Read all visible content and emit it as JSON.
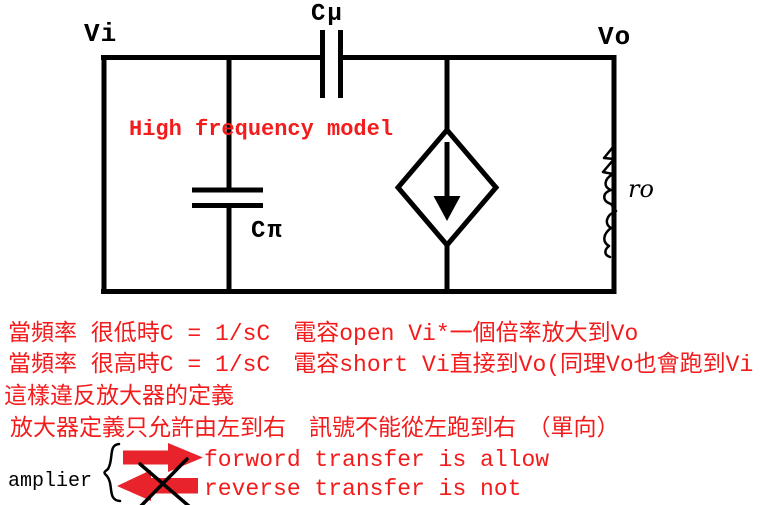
{
  "colors": {
    "red_text": "#f31b1b",
    "arrow_red": "#e8232b",
    "ink": "#000000"
  },
  "circuit": {
    "node_left": "Vi",
    "node_right": "Vo",
    "cap_top": "Cμ",
    "cap_shunt": "Cπ",
    "model_label": "High frequency model",
    "output_resistor": "ro"
  },
  "notes": {
    "line1": "當頻率 很低時C = 1/sC　電容open Vi*一個倍率放大到Vo",
    "line2": "當頻率 很高時C = 1/sC　電容short Vi直接到Vo(同理Vo也會跑到Vi",
    "line3": "這樣違反放大器的定義",
    "line4": "放大器定義只允許由左到右　訊號不能從左跑到右　（單向）"
  },
  "legend": {
    "amplifier_label": "amplier",
    "forward": "forword transfer is allow",
    "reverse": "reverse transfer is not"
  }
}
